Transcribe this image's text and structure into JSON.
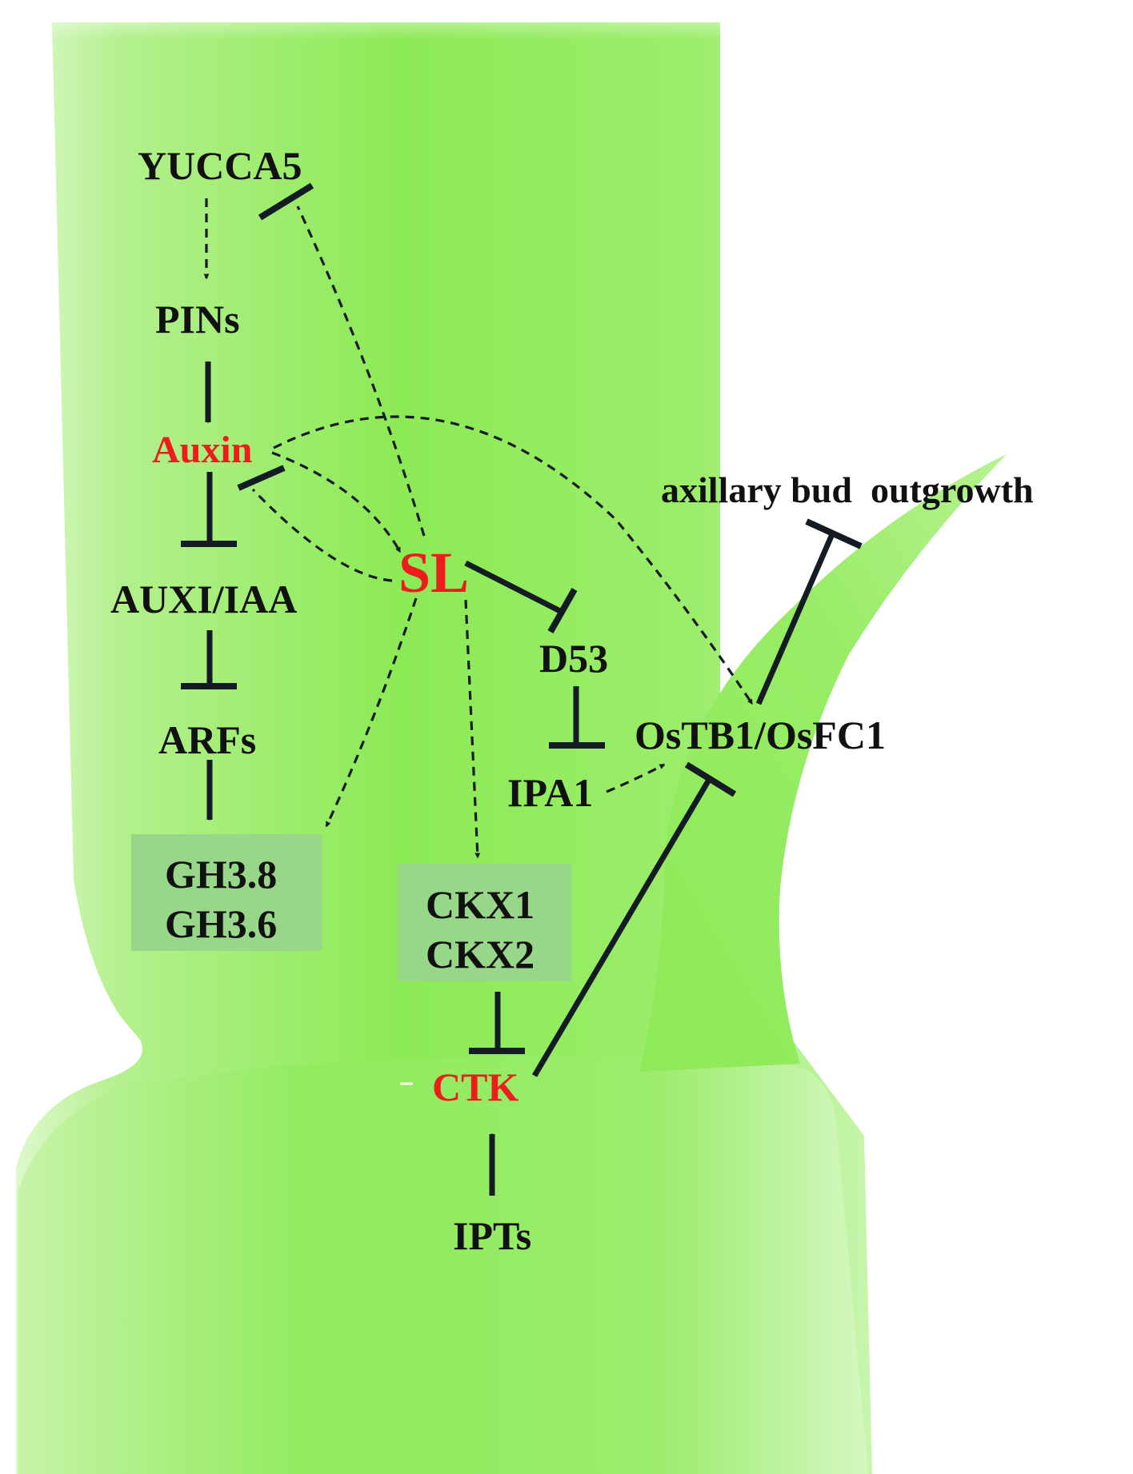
{
  "nodes": {
    "yucca5": "YUCCA5",
    "pins": "PINs",
    "auxin": "Auxin",
    "auxi_iaa": "AUXI/IAA",
    "arfs": "ARFs",
    "gh38": "GH3.8",
    "gh36": "GH3.6",
    "sl": "SL",
    "d53": "D53",
    "ipa1": "IPA1",
    "ostb1": "OsTB1/OsFC1",
    "bud": "axillary bud  outgrowth",
    "ckx1": "CKX1",
    "ckx2": "CKX2",
    "ctk": "CTK",
    "ipts": "IPTs"
  },
  "colors": {
    "highlight": "#ee1c1c",
    "text": "#111111",
    "edge": "#151b22",
    "box": "#98d68a",
    "plant_light": "#d9f7c8",
    "plant_mid": "#a8f27c",
    "plant_dark": "#8cea55"
  },
  "edges": [
    {
      "from": "yucca5",
      "to": "pins",
      "style": "dashed",
      "type": "activation"
    },
    {
      "from": "pins",
      "to": "auxin",
      "style": "solid",
      "type": "activation"
    },
    {
      "from": "auxin",
      "to": "auxi_iaa",
      "style": "solid",
      "type": "inhibition"
    },
    {
      "from": "auxi_iaa",
      "to": "arfs",
      "style": "solid",
      "type": "inhibition"
    },
    {
      "from": "arfs",
      "to": "gh3",
      "style": "solid",
      "type": "activation"
    },
    {
      "from": "sl",
      "to": "yucca5",
      "style": "dashed",
      "type": "inhibition"
    },
    {
      "from": "auxin",
      "to": "sl",
      "style": "dashed",
      "type": "activation"
    },
    {
      "from": "sl",
      "to": "auxin",
      "style": "dashed",
      "type": "inhibition"
    },
    {
      "from": "auxin",
      "to": "ostb1",
      "style": "dashed",
      "type": "activation"
    },
    {
      "from": "sl",
      "to": "d53",
      "style": "solid",
      "type": "inhibition"
    },
    {
      "from": "d53",
      "to": "ipa1",
      "style": "solid",
      "type": "inhibition"
    },
    {
      "from": "ipa1",
      "to": "ostb1",
      "style": "dashed",
      "type": "activation"
    },
    {
      "from": "ostb1",
      "to": "bud",
      "style": "solid",
      "type": "inhibition"
    },
    {
      "from": "sl",
      "to": "gh3",
      "style": "dashed",
      "type": "activation"
    },
    {
      "from": "sl",
      "to": "ckx",
      "style": "dashed",
      "type": "activation"
    },
    {
      "from": "ckx",
      "to": "ctk",
      "style": "solid",
      "type": "inhibition"
    },
    {
      "from": "ctk",
      "to": "ostb1",
      "style": "solid",
      "type": "inhibition"
    },
    {
      "from": "ipts",
      "to": "ctk",
      "style": "solid",
      "type": "activation"
    }
  ]
}
